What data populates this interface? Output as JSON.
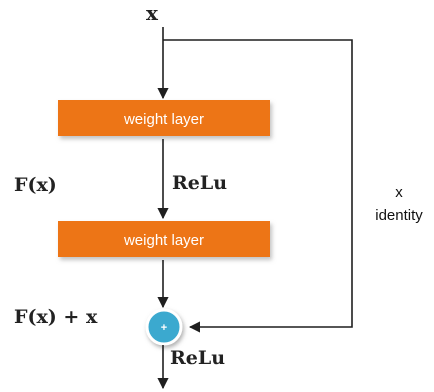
{
  "diagram": {
    "input_label": "x",
    "residual_function_label": "F(x)",
    "sum_label": "F(x) + x",
    "layers": [
      {
        "label": "weight layer"
      },
      {
        "label": "weight layer"
      }
    ],
    "activations": [
      {
        "label": "ReLu"
      },
      {
        "label": "ReLu"
      }
    ],
    "adder_symbol": "+",
    "shortcut": {
      "label_top": "x",
      "label_bottom": "identity"
    },
    "colors": {
      "layer_fill": "#ed7417",
      "layer_shadow": "#b9b9b9",
      "adder_fill": "#3aa9cf",
      "adder_stroke": "#ffffff",
      "line": "#1f1f1f"
    }
  }
}
